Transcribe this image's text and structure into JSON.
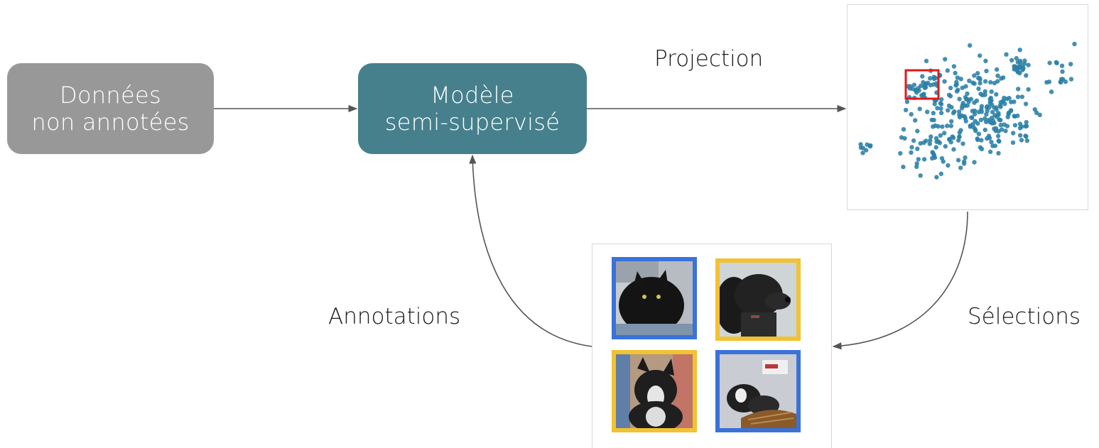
{
  "diagram": {
    "nodes": {
      "data": {
        "line1": "Données",
        "line2": "non annotées",
        "color": "#989898"
      },
      "model": {
        "line1": "Modèle",
        "line2": "semi-supervisé",
        "color": "#46808c"
      }
    },
    "labels": {
      "projection": "Projection",
      "annotations": "Annotations",
      "selections": "Sélections"
    },
    "edges": [
      {
        "from": "data",
        "to": "model"
      },
      {
        "from": "model",
        "to": "projection"
      },
      {
        "from": "projection",
        "to": "selection"
      },
      {
        "from": "selection",
        "to": "model"
      }
    ],
    "scatter": {
      "point_color": "#2b7fa6",
      "selection_color": "#e0191a"
    },
    "thumbnails": [
      {
        "subject": "black-cat-photo",
        "frame_color": "#3a72d8"
      },
      {
        "subject": "black-puppy-photo",
        "frame_color": "#f1c232"
      },
      {
        "subject": "boston-terrier-photo",
        "frame_color": "#f1c232"
      },
      {
        "subject": "two-cats-in-basket-photo",
        "frame_color": "#3a72d8"
      }
    ]
  }
}
